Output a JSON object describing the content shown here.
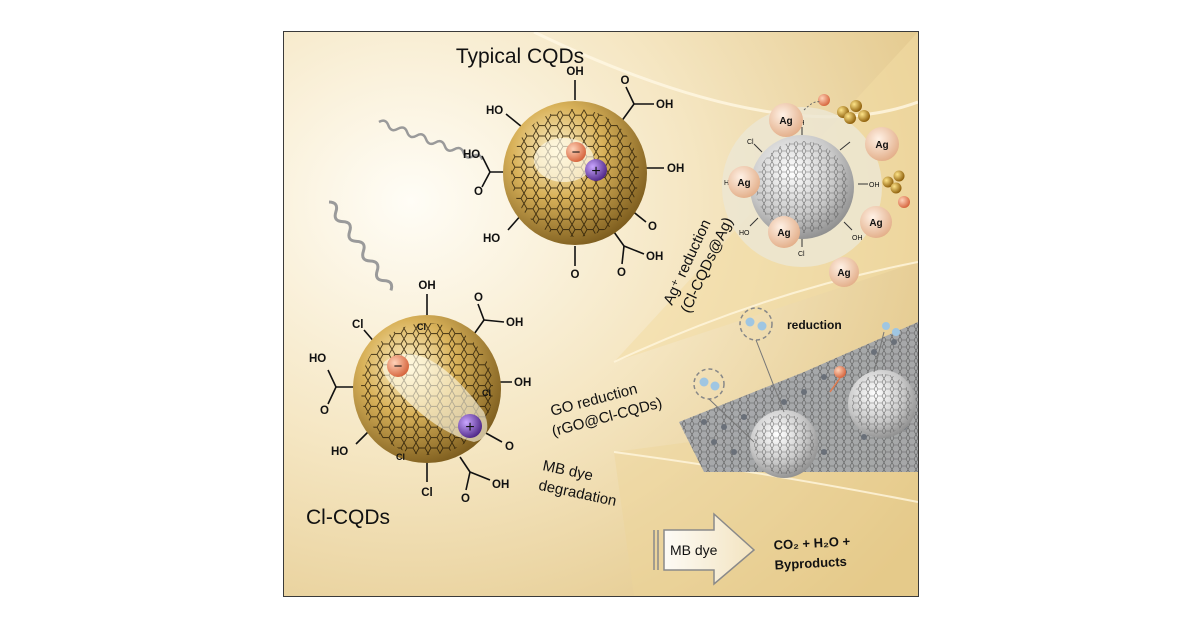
{
  "title": "Typical CQDs",
  "cl_label": "Cl-CQDs",
  "groups": {
    "oh": "OH",
    "ho": "HO",
    "o": "O",
    "cl": "Cl",
    "ag": "Ag"
  },
  "branch_ag": {
    "line1": "Ag⁺ reduction",
    "line2": "(Cl-CQDs@Ag)"
  },
  "branch_go": {
    "line1": "GO reduction",
    "line2": "(rGO@Cl-CQDs)",
    "note": "reduction"
  },
  "branch_mb": {
    "line1": "MB dye",
    "line2": "degradation",
    "arrow_label": "MB dye",
    "products_line1": "CO₂ + H₂O +",
    "products_line2": "Byproducts"
  },
  "charges": {
    "minus": "−",
    "plus": "+"
  },
  "colors": {
    "background_light": "#fbf3e0",
    "background_warm": "#e8cd8f",
    "sphere_gold": "#c79a3e",
    "ag_particle": "#f0c9a8",
    "hole_purple": "#7a4fb0",
    "electron_orange": "#e07b4f"
  }
}
